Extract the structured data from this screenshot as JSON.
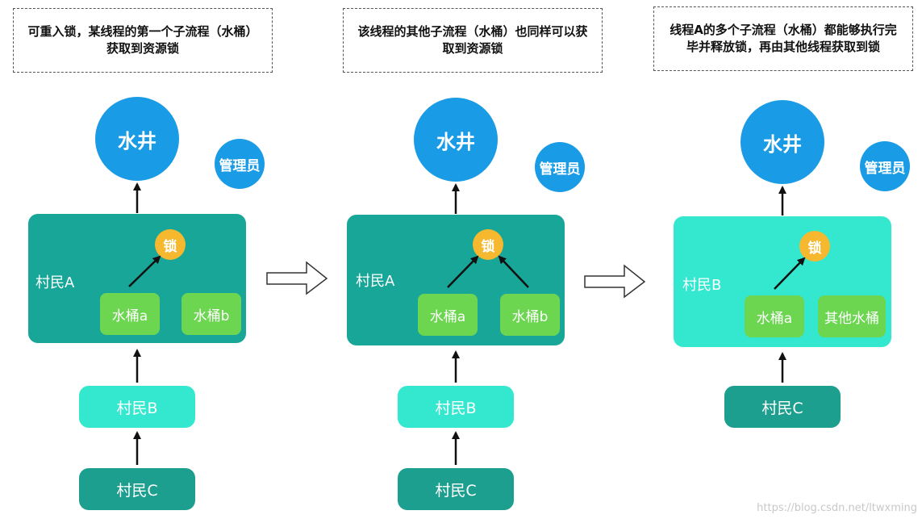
{
  "colors": {
    "well": "#1a9be6",
    "admin": "#1a9be6",
    "box_dark": "#17a697",
    "box_light": "#34e8d0",
    "lock": "#f5b82e",
    "bucket": "#6cd650",
    "villager_c": "#1c9f8e"
  },
  "panel1": {
    "note": "可重入锁，某线程的第一个子流程（水桶）获取到资源锁",
    "well": "水井",
    "admin": "管理员",
    "box_label": "村民A",
    "lock": "锁",
    "bucket_1": "水桶a",
    "bucket_2": "水桶b",
    "middle": "村民B",
    "bottom": "村民C"
  },
  "panel2": {
    "note": "该线程的其他子流程（水桶）也同样可以获取到资源锁",
    "well": "水井",
    "admin": "管理员",
    "box_label": "村民A",
    "lock": "锁",
    "bucket_1": "水桶a",
    "bucket_2": "水桶b",
    "middle": "村民B",
    "bottom": "村民C"
  },
  "panel3": {
    "note": "线程A的多个子流程（水桶）都能够执行完毕并释放锁，再由其他线程获取到锁",
    "well": "水井",
    "admin": "管理员",
    "box_label": "村民B",
    "lock": "锁",
    "bucket_1": "水桶a",
    "bucket_2": "其他水桶",
    "bottom": "村民C"
  },
  "watermark": "https://blog.csdn.net/ltwxming"
}
